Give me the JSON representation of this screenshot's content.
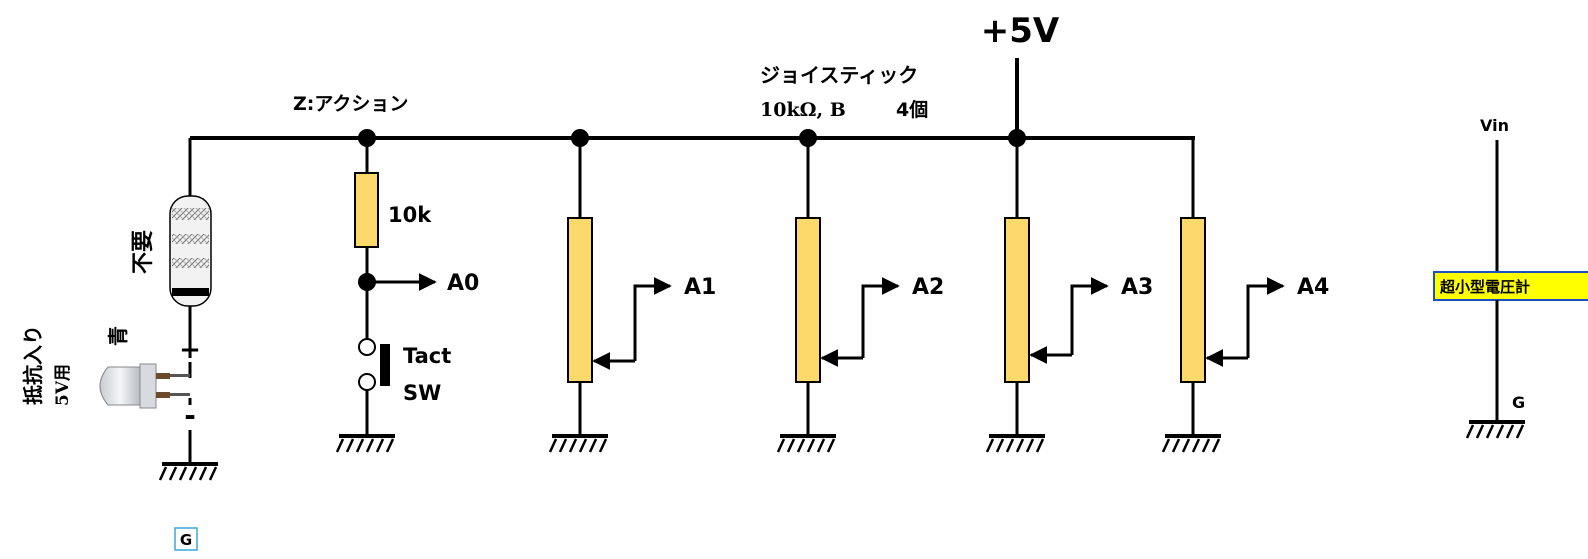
{
  "labels": {
    "plus5v": "+5V",
    "joystick": "ジョイスティック",
    "joystick_spec_left": "10kΩ, B",
    "joystick_spec_right": "4個",
    "z_action": "Z:アクション",
    "resistor_10k": "10k",
    "tact": "Tact",
    "sw": "SW",
    "fuyou": "不要",
    "ao": "青",
    "led_note_1": "抵抗入り",
    "led_note_2": "5V用",
    "plus": "+",
    "minus": "-",
    "ground_g": "G",
    "vin": "Vin",
    "meter_g": "G",
    "meter_label": "超小型電圧計"
  },
  "outputs": [
    "A0",
    "A1",
    "A2",
    "A3",
    "A4"
  ],
  "colors": {
    "potentiometer_fill": "#fdd86a",
    "meter_label_fill": "#ffff00",
    "meter_label_border": "#1f4fbf",
    "g_box_border": "#3aa7e0"
  }
}
